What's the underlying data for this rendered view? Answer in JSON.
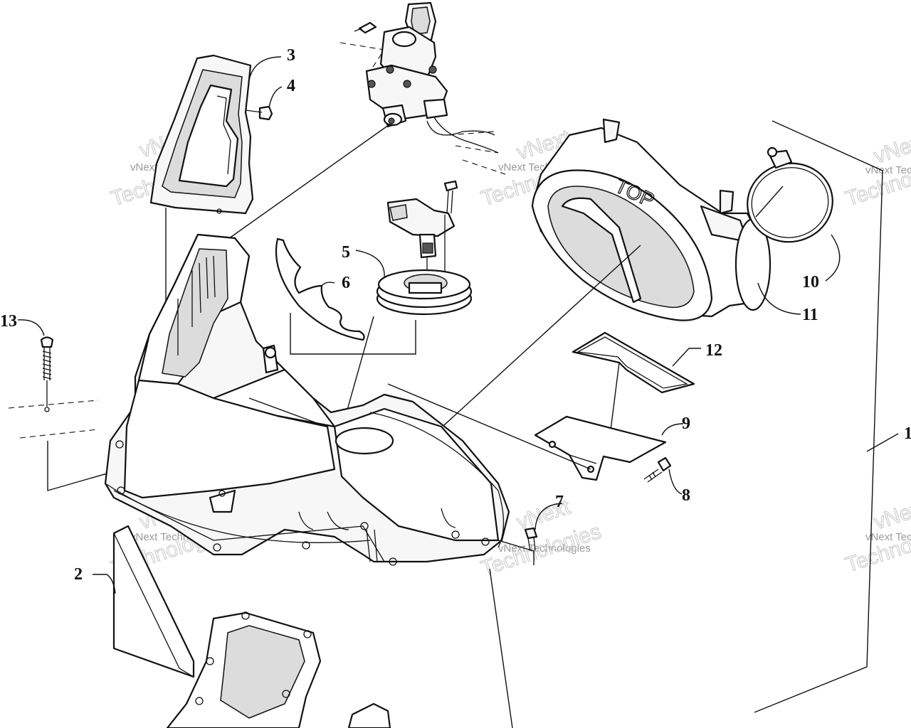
{
  "callouts": [
    "1",
    "2",
    "3",
    "4",
    "5",
    "6",
    "7",
    "8",
    "9",
    "10",
    "11",
    "12",
    "13"
  ],
  "watermark": {
    "line1": "vNext Technologies",
    "line2_a": "vNext",
    "line2_b": "Technologies"
  },
  "diagram_text": {
    "top_label": "TOP"
  }
}
